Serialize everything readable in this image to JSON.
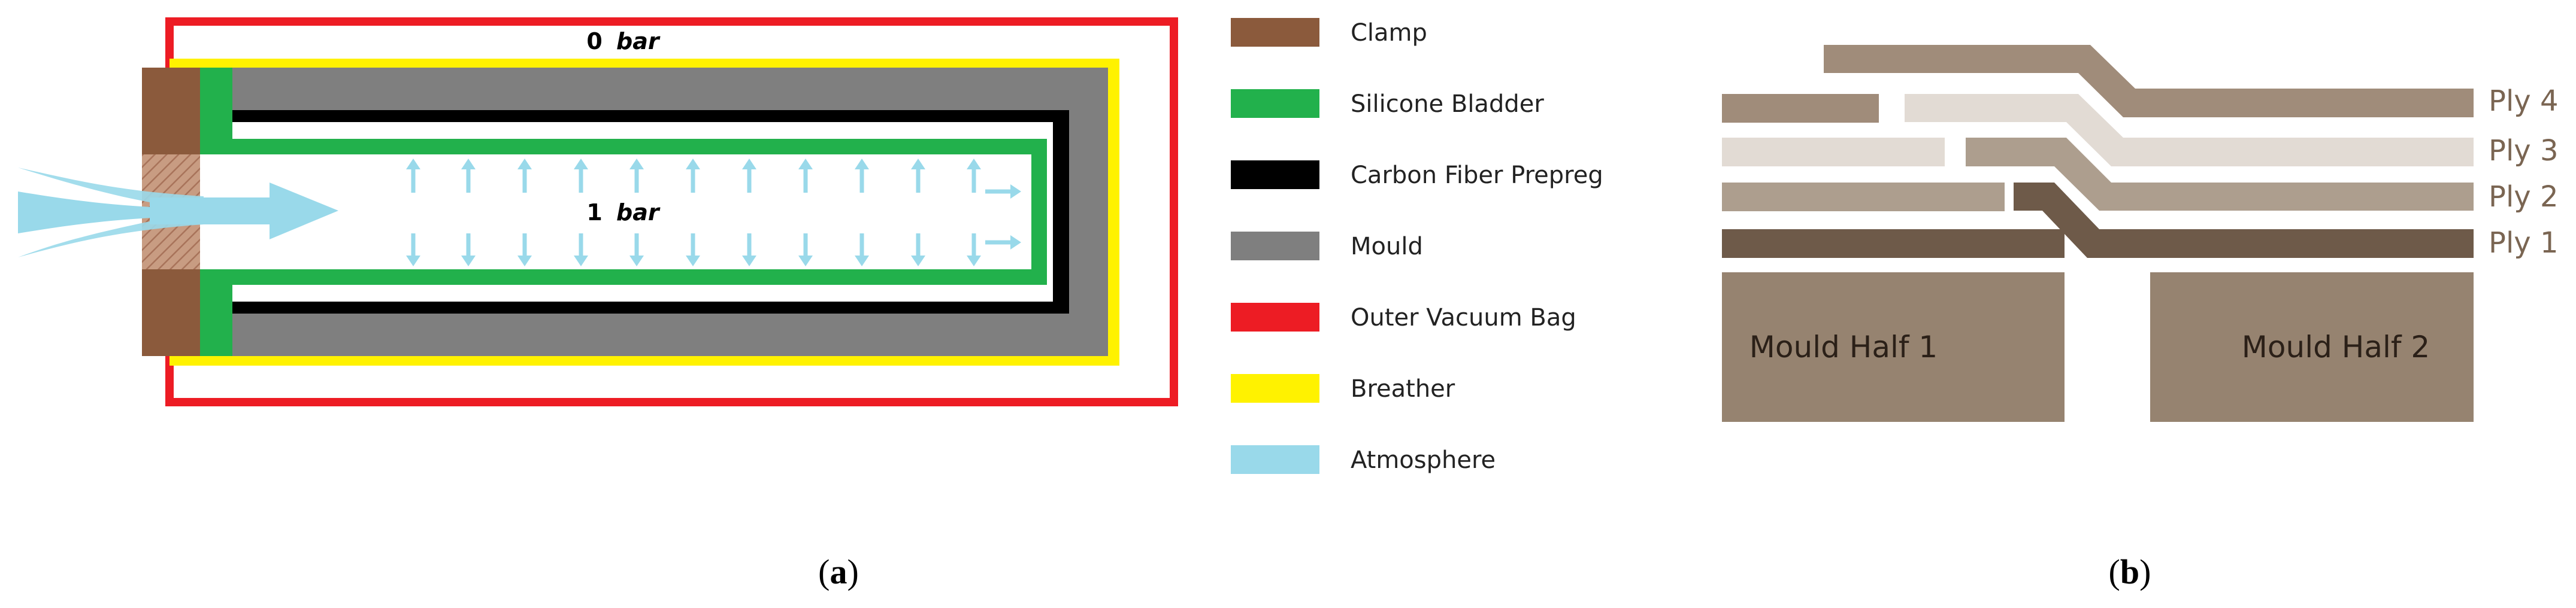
{
  "panel_a": {
    "caption": "(a)",
    "top_pressure_value": "0",
    "top_pressure_unit": "bar",
    "inner_pressure_value": "1",
    "inner_pressure_unit": "bar",
    "colors": {
      "clamp": "#8B5A3C",
      "bladder": "#22B14C",
      "prepreg": "#000000",
      "mould": "#7F7F7F",
      "vacuum_bag": "#ED1C24",
      "breather": "#FFF200",
      "atmosphere": "#99D9EA"
    }
  },
  "legend": [
    {
      "label": "Clamp",
      "color": "#8B5A3C"
    },
    {
      "label": "Silicone Bladder",
      "color": "#22B14C"
    },
    {
      "label": "Carbon Fiber Prepreg",
      "color": "#000000"
    },
    {
      "label": "Mould",
      "color": "#7F7F7F"
    },
    {
      "label": "Outer Vacuum Bag",
      "color": "#ED1C24"
    },
    {
      "label": "Breather",
      "color": "#FFF200"
    },
    {
      "label": "Atmosphere",
      "color": "#99D9EA"
    }
  ],
  "panel_b": {
    "caption": "(b)",
    "plies": [
      "Ply 4",
      "Ply 3",
      "Ply 2",
      "Ply 1"
    ],
    "mould_half_1": "Mould Half 1",
    "mould_half_2": "Mould Half 2",
    "colors": {
      "ply4": "#A08C7A",
      "ply3": "#E2DBD4",
      "ply2": "#AD9E8E",
      "ply1": "#6E5A49",
      "mould": "#968370",
      "ply_label": "#7A6552"
    }
  }
}
